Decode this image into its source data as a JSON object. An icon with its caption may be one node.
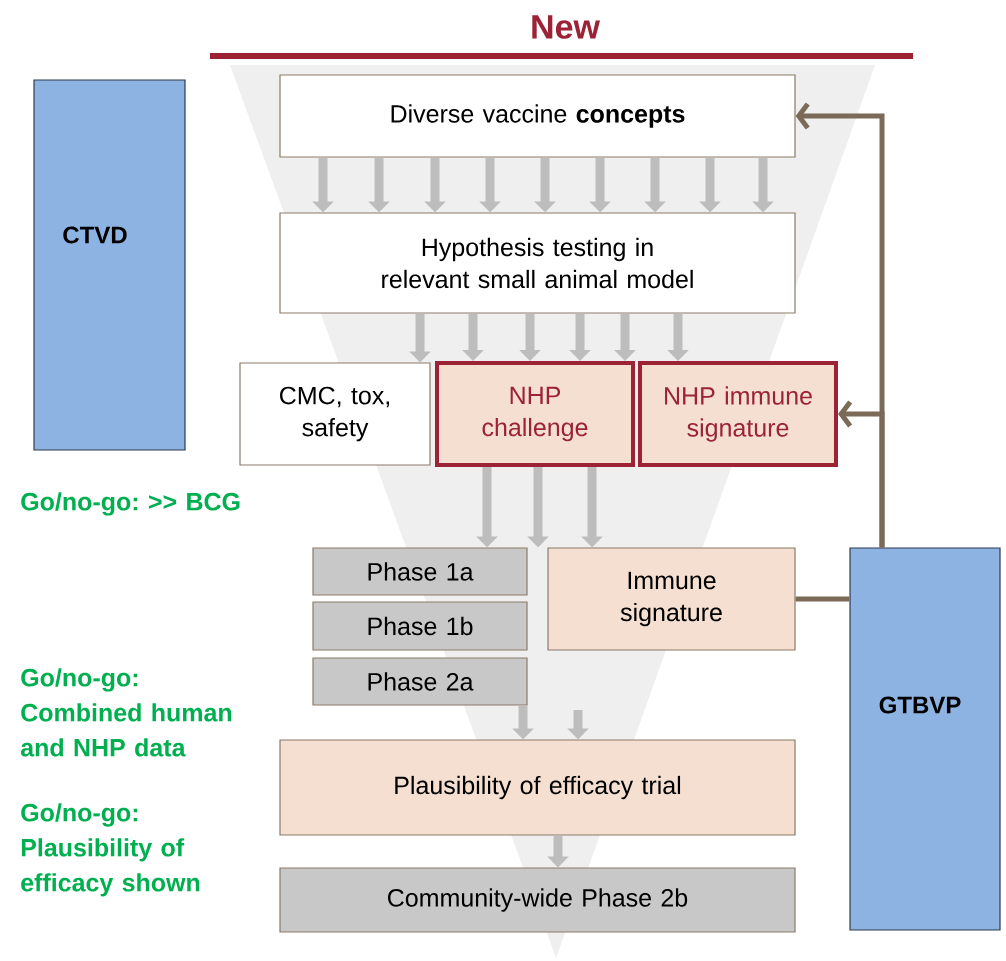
{
  "diagram": {
    "title": "New",
    "nodes": [
      {
        "text": [
          "CTVD"
        ]
      },
      {
        "text": [
          "Diverse vaccine **concepts**"
        ]
      },
      {
        "text": [
          "Hypothesis testing in relevant small animal model"
        ]
      },
      {
        "text": [
          "CMC, tox, safety"
        ]
      },
      {
        "text": [
          "NHP challenge"
        ]
      },
      {
        "text": [
          "NHP immune signature"
        ]
      },
      {
        "text": [
          "Phase 1a"
        ]
      },
      {
        "text": [
          "Phase 1b"
        ]
      },
      {
        "text": [
          "Immune signature"
        ]
      },
      {
        "text": [
          "Phase 2a"
        ]
      },
      {
        "text": [
          "Plausibility of efficacy trial"
        ]
      },
      {
        "text": [
          "Community-wide Phase 2b"
        ]
      },
      {
        "text": [
          "GTBVP"
        ]
      }
    ],
    "edges": [
      {
        "from": 1,
        "to": 2,
        "arrow": "to"
      },
      {
        "from": 1,
        "to": 2,
        "arrow": "to"
      },
      {
        "from": 1,
        "to": 2,
        "arrow": "to"
      },
      {
        "from": 1,
        "to": 2,
        "arrow": "to"
      },
      {
        "from": 1,
        "to": 2,
        "arrow": "to"
      },
      {
        "from": 1,
        "to": 2,
        "arrow": "to"
      },
      {
        "from": 1,
        "to": 2,
        "arrow": "to"
      },
      {
        "from": 1,
        "to": 2,
        "arrow": "to"
      },
      {
        "from": 1,
        "to": 2,
        "arrow": "to"
      },
      {
        "from": 2,
        "to": 3,
        "arrow": "to"
      },
      {
        "from": 2,
        "to": 4,
        "arrow": "to"
      },
      {
        "from": 2,
        "to": 4,
        "arrow": "to"
      },
      {
        "from": 2,
        "to": 4,
        "arrow": "to"
      },
      {
        "from": 2,
        "to": 4,
        "arrow": "to"
      },
      {
        "from": 2,
        "to": 5,
        "arrow": "to"
      },
      {
        "from": 4,
        "to": 6,
        "arrow": "to"
      },
      {
        "from": 4,
        "to": 6,
        "arrow": "to"
      },
      {
        "from": 4,
        "to": 8,
        "arrow": "to"
      },
      {
        "from": 9,
        "to": 10,
        "arrow": "to"
      },
      {
        "from": null,
        "to": 10,
        "arrow": "to"
      },
      {
        "from": 10,
        "to": 11,
        "arrow": "to"
      },
      {
        "from": 12,
        "to": 1,
        "arrow": "to",
        "color": "#7b6a58"
      },
      {
        "from": 12,
        "to": 5,
        "arrow": "to",
        "color": "#7b6a58"
      },
      {
        "from": 8,
        "to": 12,
        "arrow": "none",
        "color": "#7b6a58"
      }
    ],
    "labels": [
      "Go/no-go: >> BCG",
      "Go/no-go: Combined human and NHP data",
      "Go/no-go: Plausibility of efficacy shown"
    ]
  }
}
